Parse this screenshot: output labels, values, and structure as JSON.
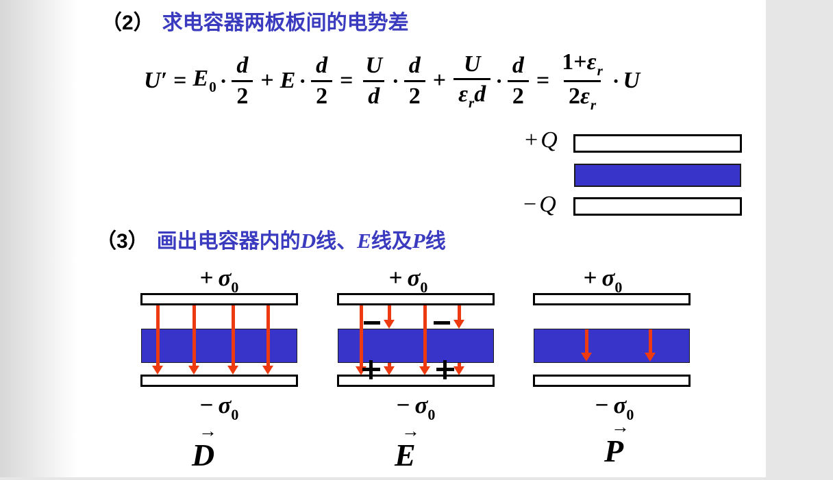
{
  "colors": {
    "title_blue": "#3B3BC0",
    "dielectric_blue": "#3834C9",
    "arrow_red": "#EE3A10",
    "background_gray": "#E6E6E6",
    "slide_white": "#FFFFFF"
  },
  "section2": {
    "number": "（2）",
    "title": "求电容器两板板间的电势差"
  },
  "formula_tokens": {
    "u_prime": "U′",
    "equals": "=",
    "E": "E",
    "sub_zero": "0",
    "cdot": "·",
    "d": "d",
    "two": "2",
    "plus": "+",
    "U": "U",
    "epsilon": "ε",
    "sub_r": "r",
    "one_plus": "1+"
  },
  "capacitor": {
    "top_label": {
      "sign": "+",
      "symbol": "Q"
    },
    "bottom_label": {
      "sign": "−",
      "symbol": "Q"
    }
  },
  "section3": {
    "number": "（3）",
    "prefix": "画出电容器内的",
    "d": "D",
    "mid1": "线、",
    "e": "E",
    "mid2": "线及",
    "p": "P",
    "suffix": "线"
  },
  "diagrams": {
    "sigma_plus": {
      "sign": "+",
      "symbol": "σ",
      "sub": "0"
    },
    "sigma_minus": {
      "sign": "−",
      "symbol": "σ",
      "sub": "0"
    },
    "vector_arrow": "→",
    "d_label": "D",
    "e_label": "E",
    "p_label": "P"
  }
}
